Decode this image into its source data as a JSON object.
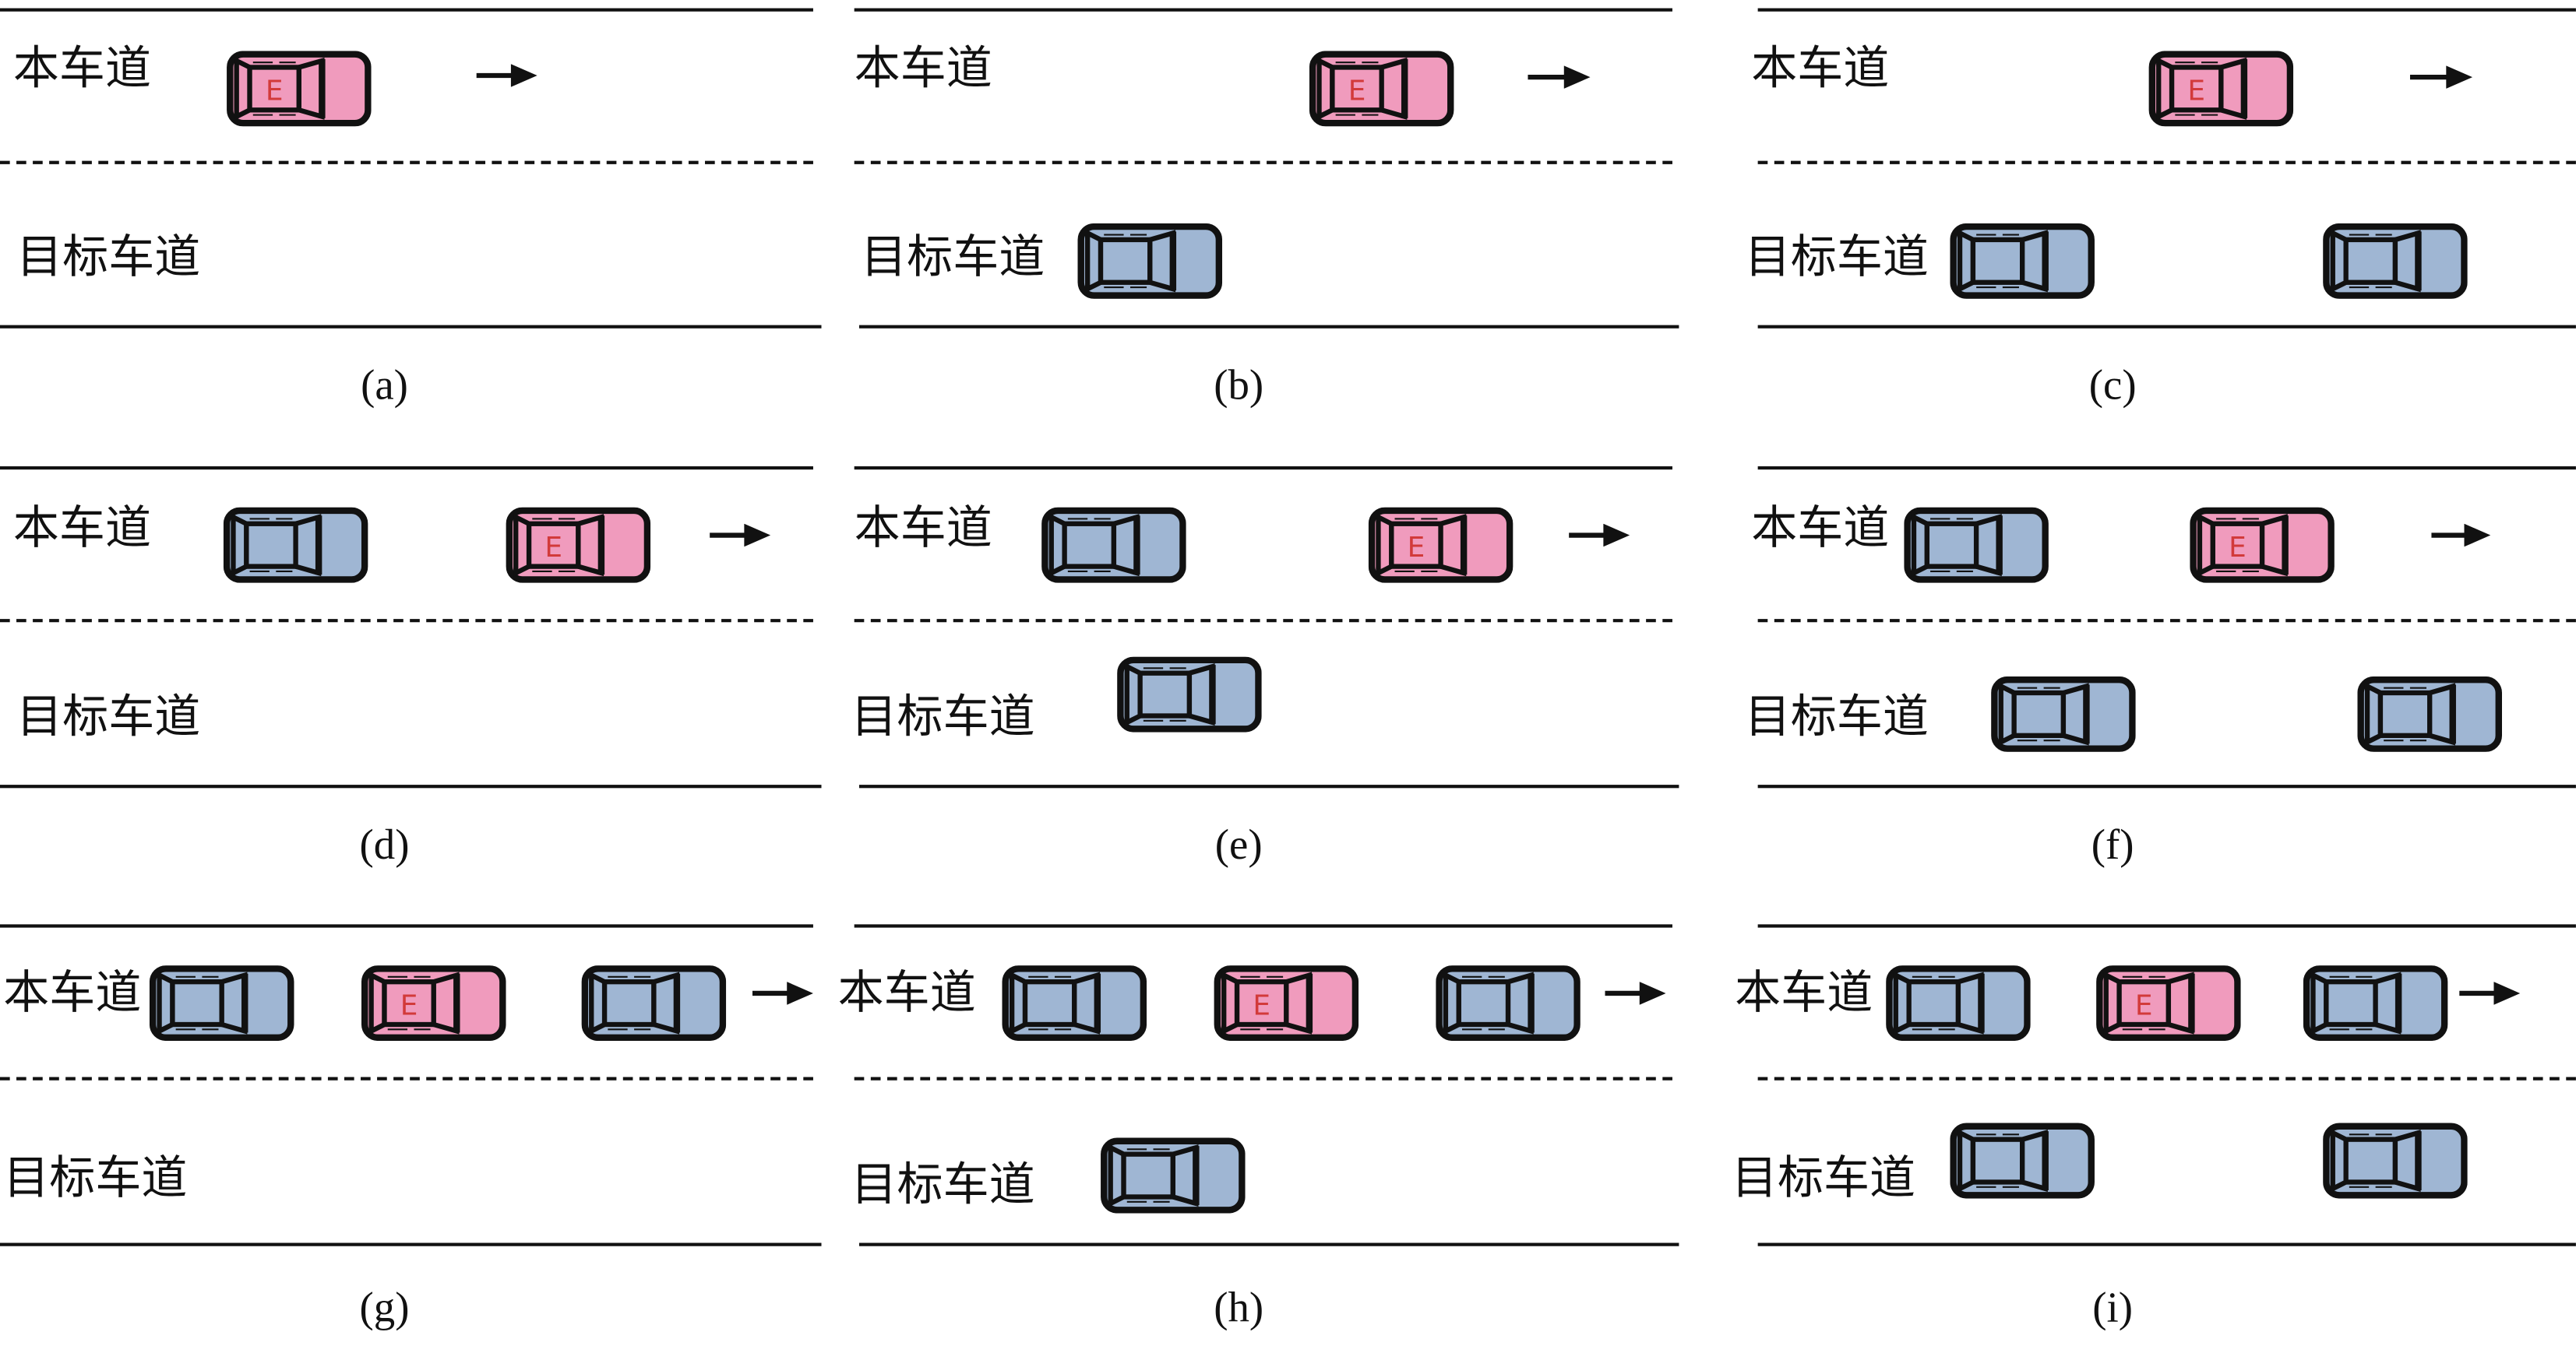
{
  "labels": {
    "own_lane": "本车道",
    "target_lane": "目标车道",
    "ego": "E"
  },
  "colors": {
    "ego": "#f09bbd",
    "other": "#9fb6d3",
    "outline": "#111111",
    "ego_letter": "#d23a3a"
  },
  "panels": [
    {
      "caption": "(a)"
    },
    {
      "caption": "(b)"
    },
    {
      "caption": "(c)"
    },
    {
      "caption": "(d)"
    },
    {
      "caption": "(e)"
    },
    {
      "caption": "(f)"
    },
    {
      "caption": "(g)"
    },
    {
      "caption": "(h)"
    },
    {
      "caption": "(i)"
    }
  ]
}
